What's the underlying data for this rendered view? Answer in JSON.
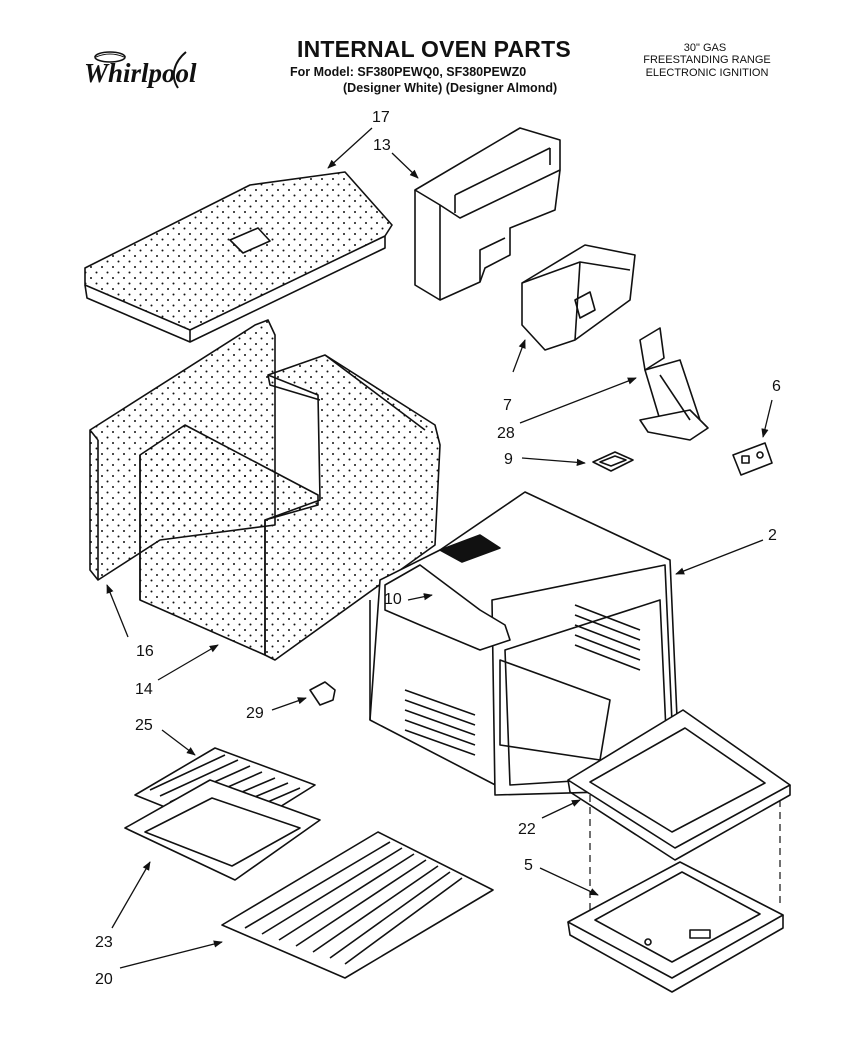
{
  "header": {
    "brand": "Whirlpool",
    "title": "INTERNAL OVEN PARTS",
    "model_line": "For Model: SF380PEWQ0, SF380PEWZ0",
    "finish_line": "(Designer White)  (Designer Almond)",
    "spec_lines": [
      "30\" GAS",
      "FREESTANDING RANGE",
      "ELECTRONIC IGNITION"
    ]
  },
  "callouts": {
    "c17": "17",
    "c13": "13",
    "c7": "7",
    "c28": "28",
    "c6": "6",
    "c9": "9",
    "c2": "2",
    "c10": "10",
    "c16": "16",
    "c14": "14",
    "c29": "29",
    "c25": "25",
    "c22": "22",
    "c5": "5",
    "c23": "23",
    "c20": "20"
  }
}
